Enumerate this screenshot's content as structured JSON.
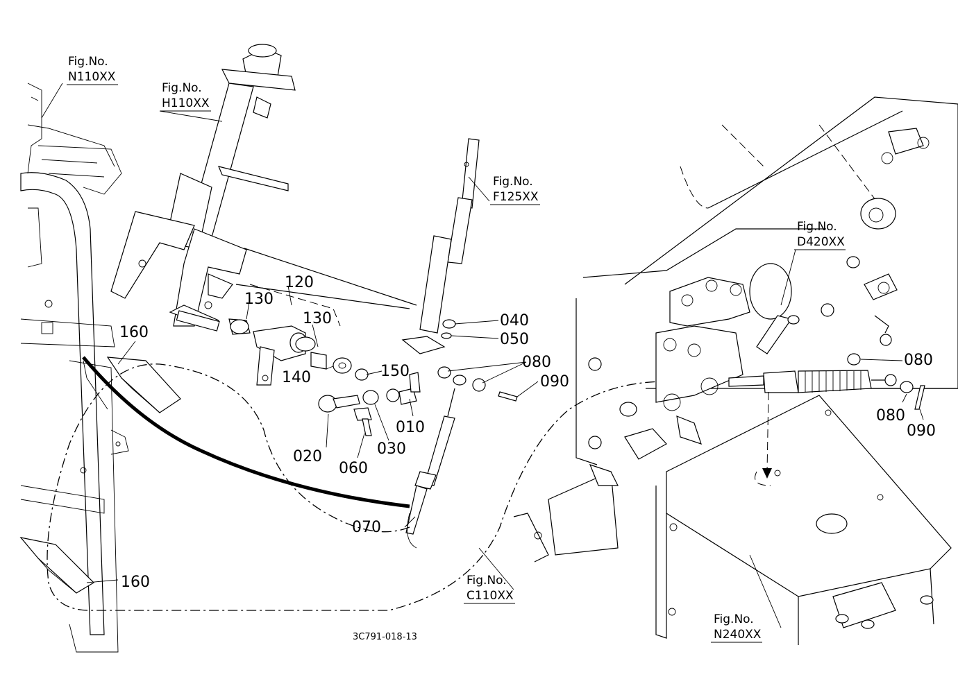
{
  "figure_refs": {
    "n110": {
      "line1": "Fig.No.",
      "line2": "N110XX"
    },
    "h110": {
      "line1": "Fig.No.",
      "line2": "H110XX"
    },
    "f125": {
      "line1": "Fig.No.",
      "line2": "F125XX"
    },
    "d420": {
      "line1": "Fig.No.",
      "line2": "D420XX"
    },
    "c110": {
      "line1": "Fig.No.",
      "line2": "C110XX"
    },
    "n240": {
      "line1": "Fig.No.",
      "line2": "N240XX"
    }
  },
  "part_labels": {
    "p010": "010",
    "p020": "020",
    "p030": "030",
    "p040": "040",
    "p050": "050",
    "p060": "060",
    "p070": "070",
    "p080a": "080",
    "p080b": "080",
    "p080c": "080",
    "p090a": "090",
    "p090b": "090",
    "p120": "120",
    "p130a": "130",
    "p130b": "130",
    "p140": "140",
    "p150": "150",
    "p160a": "160",
    "p160b": "160"
  },
  "drawing_code": "3C791-018-13"
}
